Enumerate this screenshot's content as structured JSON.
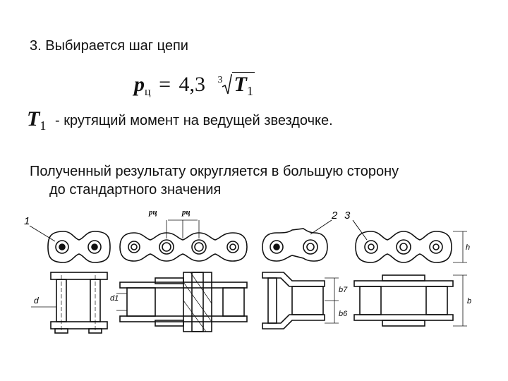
{
  "heading": "3. Выбирается шаг цепи",
  "formula": {
    "symbol": "p",
    "subscript": "ц",
    "equals": "=",
    "coefficient": "4,3",
    "root_index": "3",
    "variable": "T",
    "variable_subscript": "1"
  },
  "definition": {
    "symbol": "T",
    "subscript": "1",
    "text": "- крутящий момент на ведущей звездочке."
  },
  "paragraph": {
    "line1": "Полученный результату округляется в большую сторону",
    "line2": "до стандартного значения"
  },
  "drawing": {
    "pitch_label_1": "pц",
    "pitch_label_2": "pц",
    "callout_1": "1",
    "callout_2": "2",
    "callout_3": "3",
    "dim_d": "d",
    "dim_d1": "d1",
    "dim_h": "h",
    "dim_b7": "b7",
    "dim_b6": "b6",
    "dim_b": "b"
  }
}
